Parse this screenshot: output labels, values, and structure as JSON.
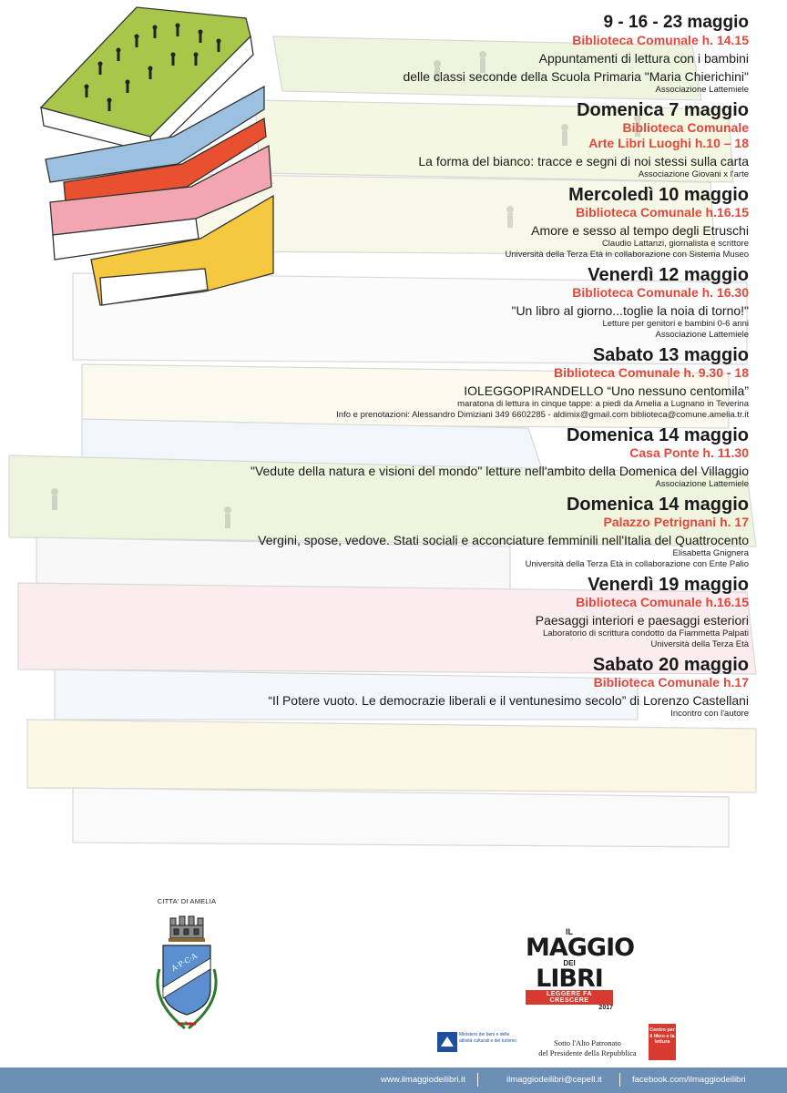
{
  "events": [
    {
      "date": "9 - 16 - 23 maggio",
      "place": "Biblioteca Comunale h. 14.15",
      "titles": [
        "Appuntamenti di lettura con i bambini",
        "delle classi seconde della Scuola Primaria \"Maria Chierichini\""
      ],
      "notes": [
        "Associazione Lattemiele"
      ]
    },
    {
      "date": "Domenica 7 maggio",
      "place": "Biblioteca Comunale",
      "place2": "Arte Libri Luoghi h.10 – 18",
      "titles": [
        "La forma del bianco: tracce e segni di noi stessi sulla carta"
      ],
      "notes": [
        "Associazione Giovani x l'arte"
      ]
    },
    {
      "date": "Mercoledì 10 maggio",
      "place": "Biblioteca Comunale h.16.15",
      "titles": [
        "Amore e sesso al tempo degli Etruschi"
      ],
      "notes": [
        "Claudio Lattanzi, giornalista e scrittore",
        "Università della Terza Età in collaborazione con Sistema Museo"
      ]
    },
    {
      "date": "Venerdì 12 maggio",
      "place": "Biblioteca Comunale h. 16.30",
      "titles": [
        "\"Un libro al giorno...toglie la noia di torno!\""
      ],
      "notes": [
        "Letture per genitori e bambini 0-6 anni",
        "Associazione Lattemiele"
      ]
    },
    {
      "date": "Sabato 13 maggio",
      "place": "Biblioteca Comunale h. 9.30 - 18",
      "titles": [
        "IOLEGGOPIRANDELLO   “Uno nessuno centomila”"
      ],
      "notes": [
        "maratona di lettura in cinque tappe: a piedi da Amelia a Lugnano in Teverina",
        "Info e prenotazioni:  Alessandro Dimiziani 349 6602285 - aldimix@gmail.com    biblioteca@comune.amelia.tr.it"
      ]
    },
    {
      "date": "Domenica 14 maggio",
      "place": "Casa Ponte h. 11.30",
      "titles": [
        "\"Vedute della natura e visioni del mondo\" letture nell'ambito della Domenica del Villaggio"
      ],
      "notes": [
        "Associazione Lattemiele"
      ]
    },
    {
      "date": "Domenica 14 maggio",
      "place": "Palazzo Petrignani h. 17",
      "titles": [
        "Vergini, spose, vedove. Stati sociali e acconciature femminili nell'Italia del Quattrocento"
      ],
      "notes": [
        "Elisabetta Gnignera",
        "Università della Terza Età in collaborazione con Ente Palio"
      ]
    },
    {
      "date": "Venerdì 19  maggio",
      "place": "Biblioteca Comunale  h.16.15",
      "titles": [
        "Paesaggi interiori e paesaggi esteriori"
      ],
      "notes": [
        "Laboratorio di scrittura condotto da Fiammetta Palpati",
        "Università della Terza Età"
      ]
    },
    {
      "date": "Sabato 20 maggio",
      "place": "Biblioteca Comunale h.17",
      "titles": [
        "“Il Potere vuoto. Le democrazie liberali e il ventunesimo secolo” di Lorenzo Castellani"
      ],
      "notes": [
        "Incontro con l'autore"
      ]
    }
  ],
  "crest": {
    "label": "CITTA' DI AMELIA",
    "shield_text": "A·P·C·A"
  },
  "logo": {
    "il": "IL",
    "maggio": "MAGGIO",
    "dei": "DEI",
    "libri": "LIBRI",
    "sub": "LEGGERE FA CRESCERE",
    "year": "2017"
  },
  "ministry": {
    "text": "Ministero dei beni e delle attività culturali e del turismo"
  },
  "patronage": {
    "line1": "Sotto l'Alto Patronato",
    "line2": "del Presidente della Repubblica"
  },
  "cepell": {
    "text": "Centro per il libro e la lettura"
  },
  "footer": {
    "site": "www.ilmaggiodeilibri.it",
    "email": "ilmaggiodeilibri@cepell.it",
    "facebook": "facebook.com/ilmaggiodeilibri"
  },
  "colors": {
    "accent": "#e0483a",
    "footer": "#6b8fb5",
    "green": "#a8c64a",
    "pink": "#f2a6b0",
    "yellow": "#f5c842",
    "blue": "#9cc0e0"
  }
}
